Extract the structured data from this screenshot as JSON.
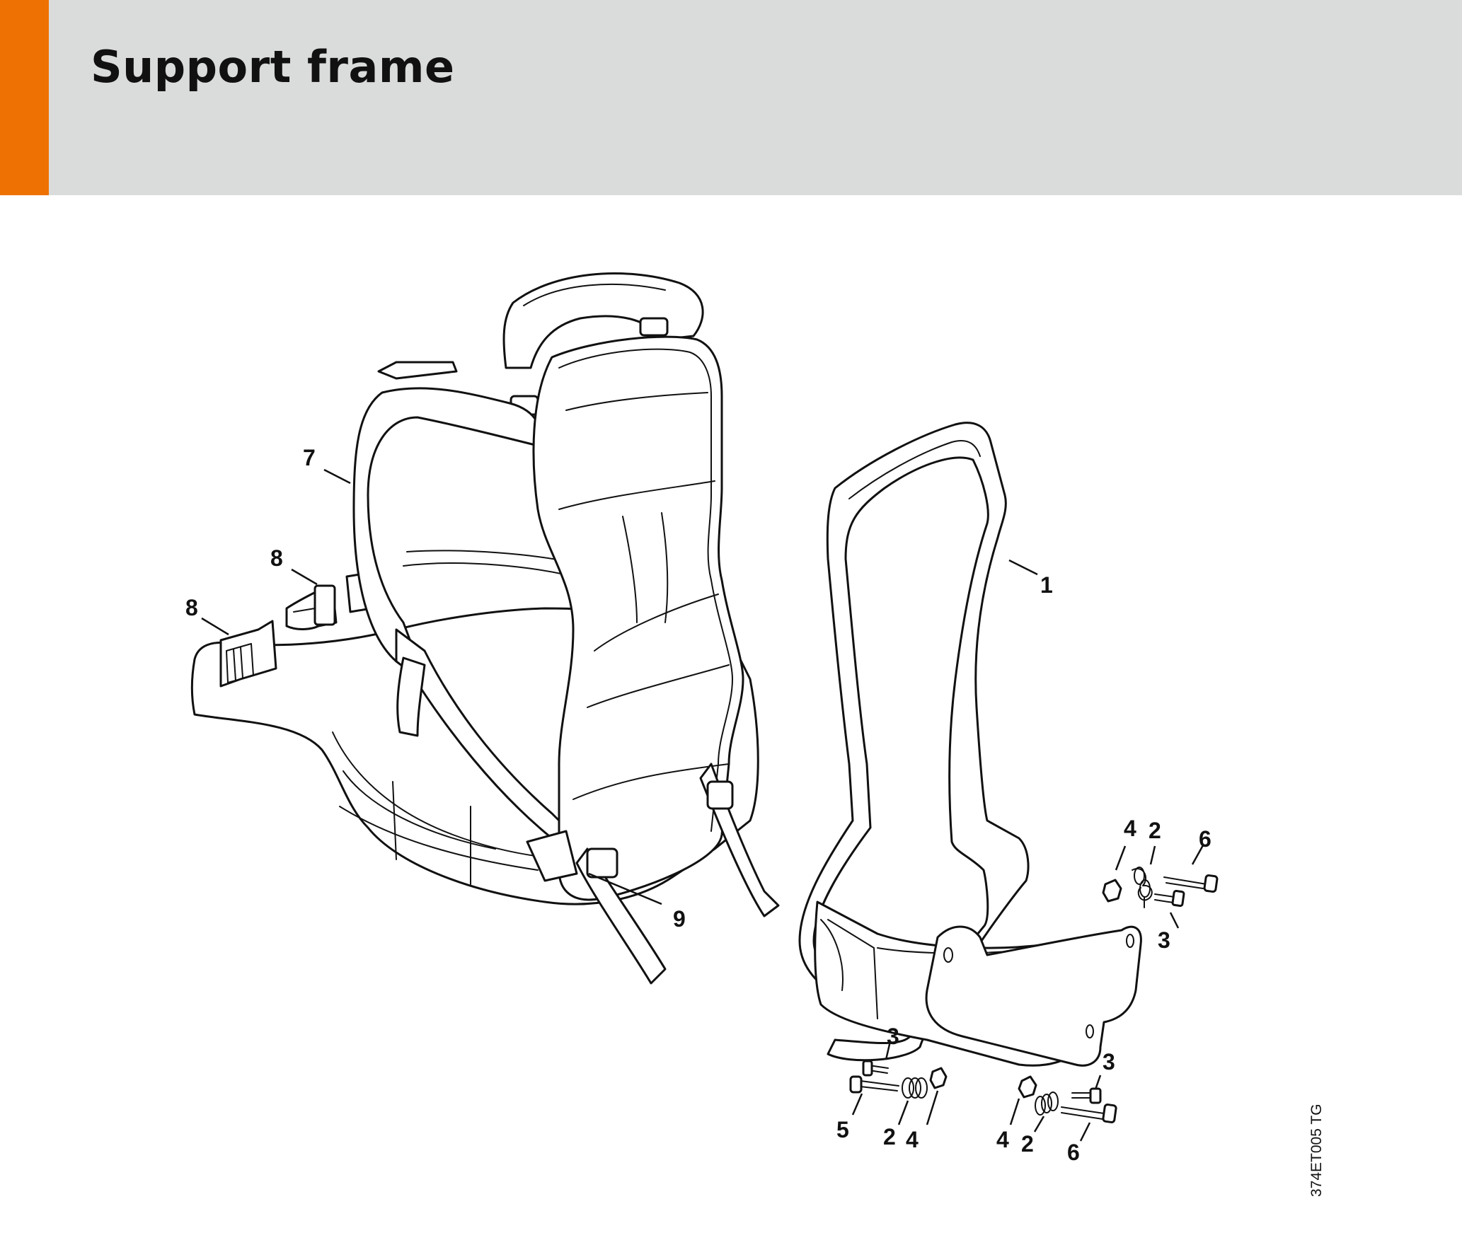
{
  "header": {
    "title": "Support frame",
    "accent_color": "#ee7203",
    "background_color": "#dadbdb"
  },
  "diagram": {
    "drawing_code": "374ET005 TG",
    "parts": {
      "p1": "1",
      "p2a": "2",
      "p2b": "2",
      "p2c": "2",
      "p3a": "3",
      "p3b": "3",
      "p3c": "3",
      "p4a": "4",
      "p4b": "4",
      "p4c": "4",
      "p5": "5",
      "p6a": "6",
      "p6b": "6",
      "p7": "7",
      "p8a": "8",
      "p8b": "8",
      "p9": "9"
    }
  }
}
